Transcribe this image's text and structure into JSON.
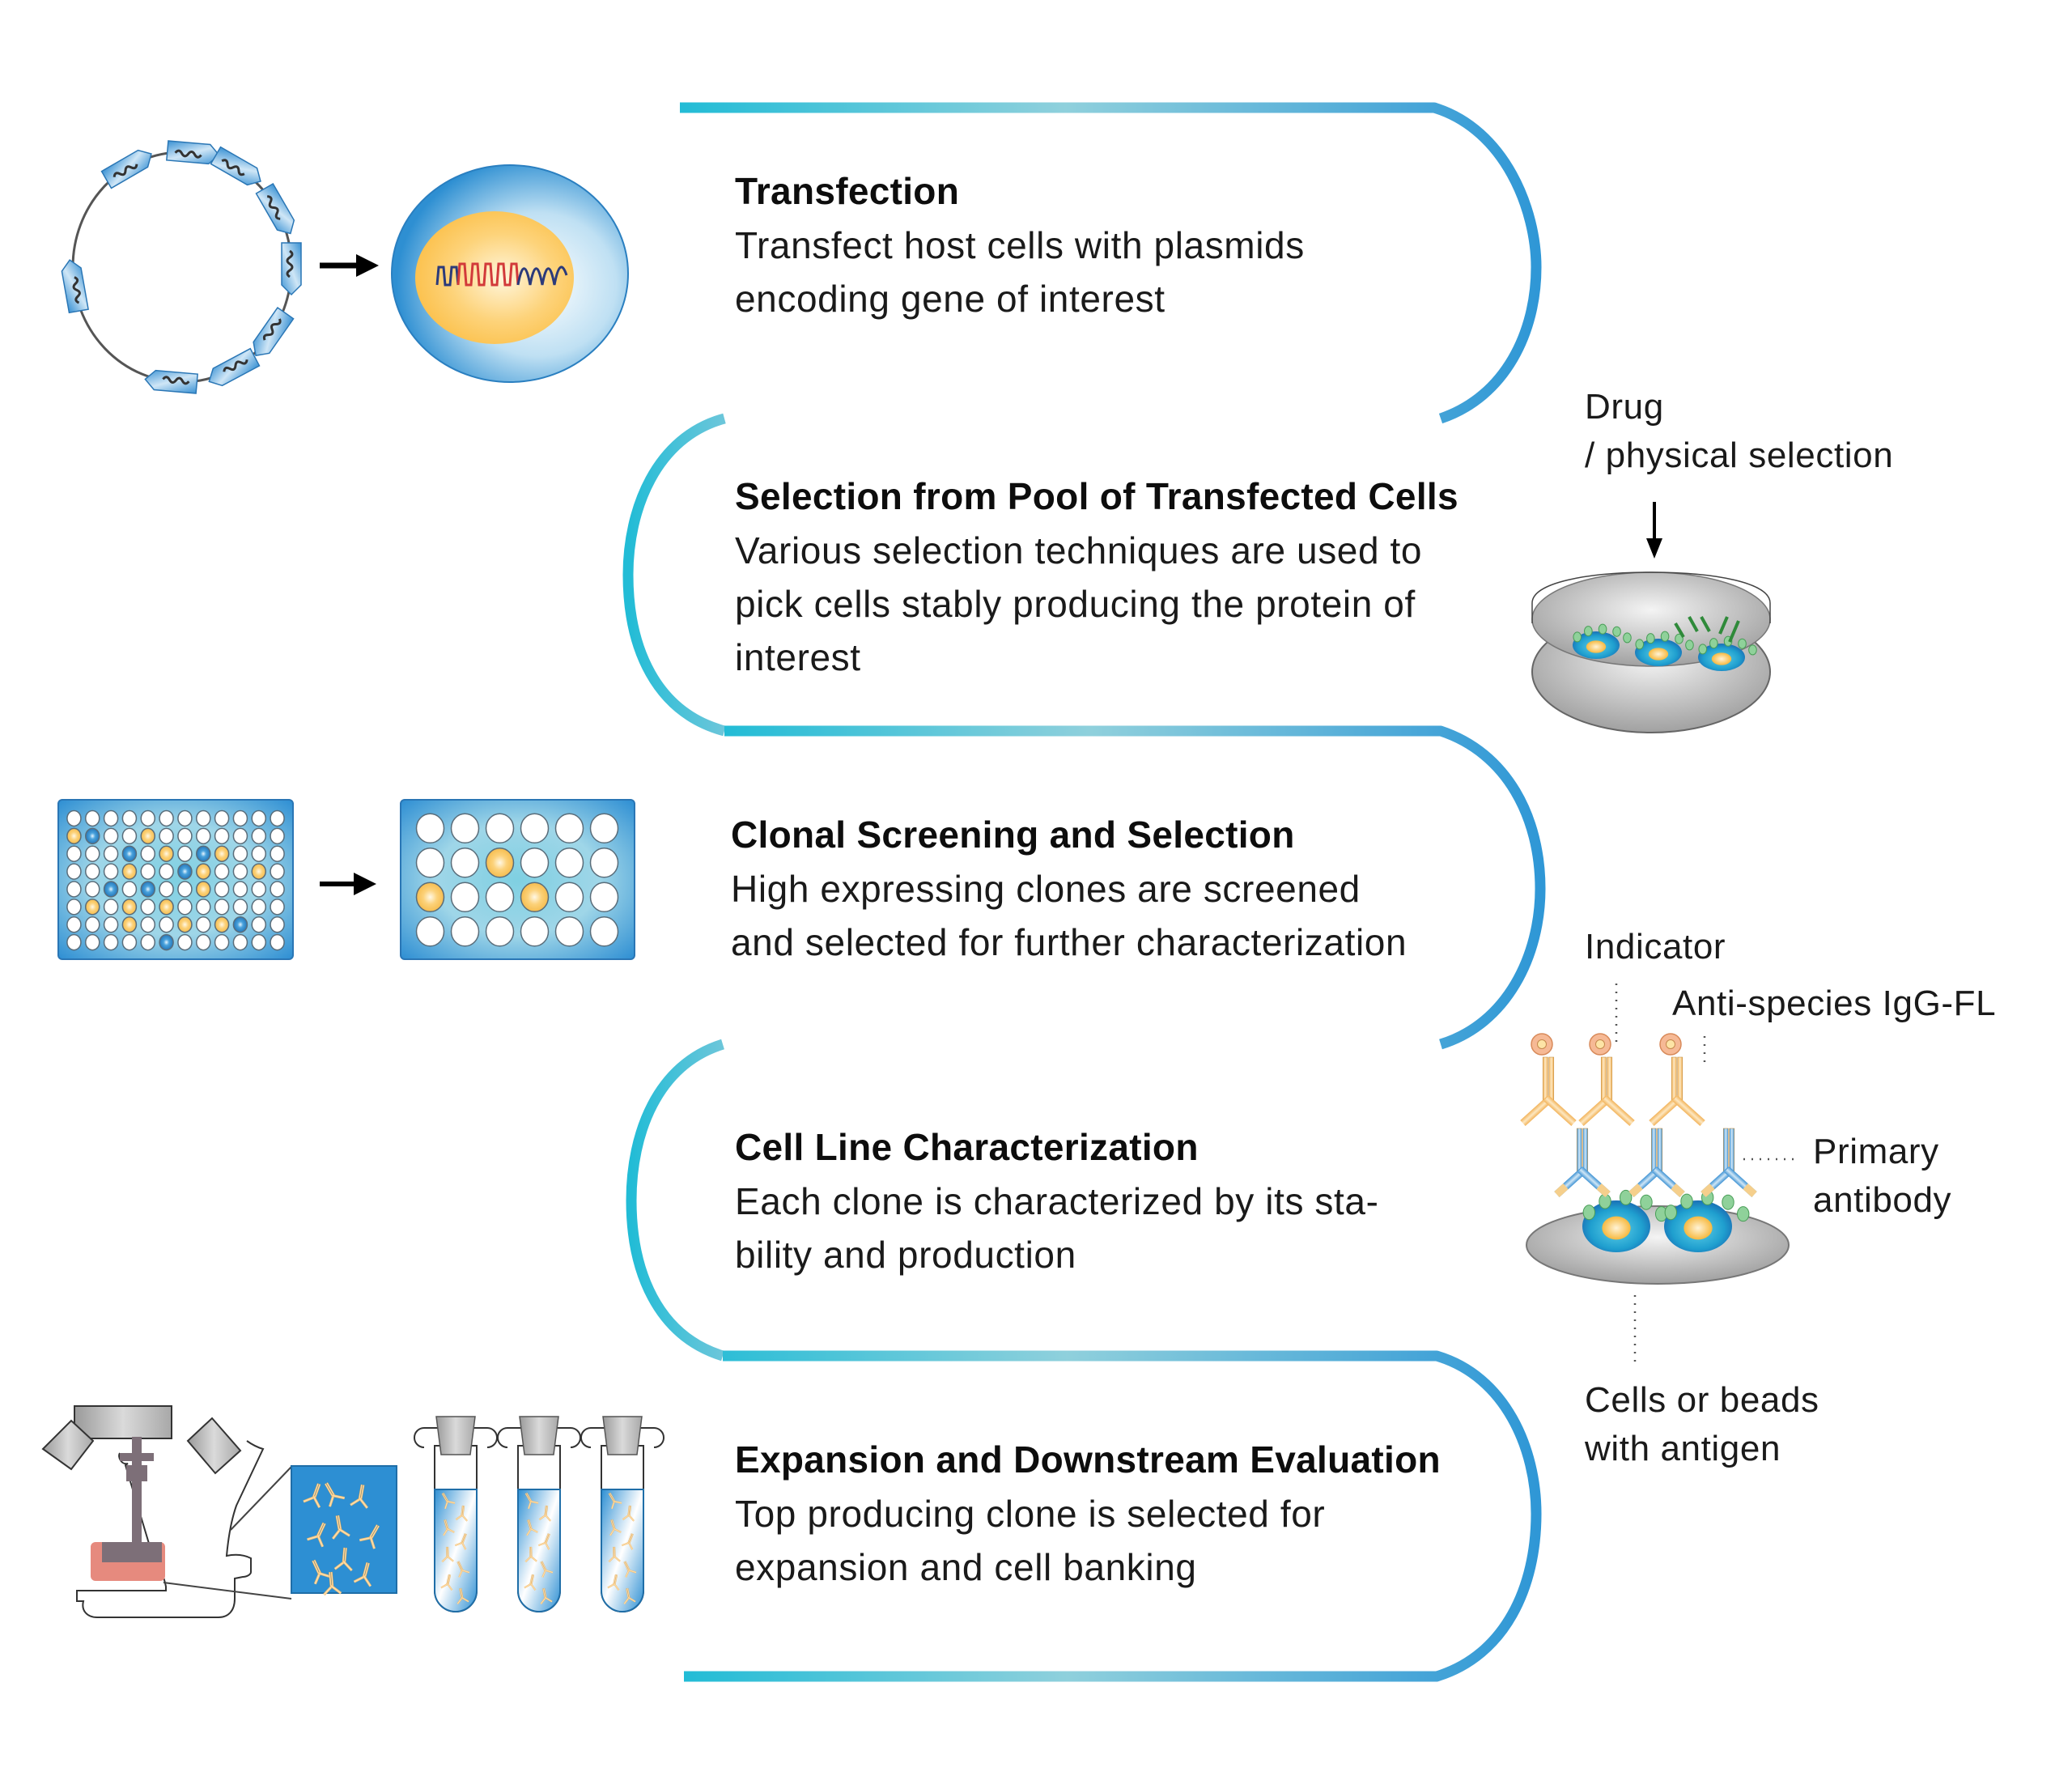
{
  "steps": [
    {
      "title": "Transfection",
      "desc": [
        "Transfect host cells with plasmids",
        "encoding gene of interest"
      ]
    },
    {
      "title": "Selection from Pool of Transfected Cells",
      "desc": [
        "Various selection techniques are used to",
        "pick cells stably producing the protein of",
        "interest"
      ]
    },
    {
      "title": "Clonal Screening and Selection",
      "desc": [
        "High expressing clones are screened",
        "and selected for further characterization"
      ]
    },
    {
      "title": "Cell Line Characterization",
      "desc": [
        "Each clone is characterized by its sta-",
        "bility and production"
      ]
    },
    {
      "title": "Expansion and Downstream Evaluation",
      "desc": [
        "Top producing clone is selected for",
        "expansion and cell banking"
      ]
    }
  ],
  "annotations": {
    "selection": {
      "line1": "Drug",
      "line2": "/ physical selection"
    },
    "assay": {
      "indicator": "Indicator",
      "secondary": "Anti-species IgG-FL",
      "primary_line1": "Primary",
      "primary_line2": "antibody",
      "cells_line1": "Cells or beads",
      "cells_line2": "with antigen"
    }
  },
  "plates": {
    "plate96": {
      "rows": 8,
      "cols": 12,
      "yellow": [
        [
          1,
          0
        ],
        [
          1,
          4
        ],
        [
          2,
          5
        ],
        [
          2,
          8
        ],
        [
          3,
          3
        ],
        [
          3,
          7
        ],
        [
          3,
          10
        ],
        [
          4,
          7
        ],
        [
          5,
          1
        ],
        [
          5,
          3
        ],
        [
          5,
          5
        ],
        [
          6,
          3
        ],
        [
          6,
          6
        ],
        [
          6,
          8
        ]
      ],
      "blue": [
        [
          1,
          1
        ],
        [
          2,
          3
        ],
        [
          2,
          7
        ],
        [
          3,
          6
        ],
        [
          4,
          2
        ],
        [
          4,
          4
        ],
        [
          6,
          9
        ],
        [
          7,
          5
        ]
      ]
    },
    "plate24": {
      "rows": 4,
      "cols": 6,
      "yellow": [
        [
          1,
          2
        ],
        [
          2,
          0
        ],
        [
          2,
          3
        ]
      ],
      "blue": []
    }
  },
  "colors": {
    "path_cyan": "#22bcd6",
    "path_light": "#8fd0dc",
    "path_blue": "#2f97d6",
    "cell_blue": "#2e8fd2",
    "nucleus_yellow": "#fcc24f",
    "antibody_orange": "#f2b35a",
    "antibody_blue": "#3f93d4",
    "antigen_green": "#5cb86a",
    "medium_pink": "#e68a7e"
  }
}
